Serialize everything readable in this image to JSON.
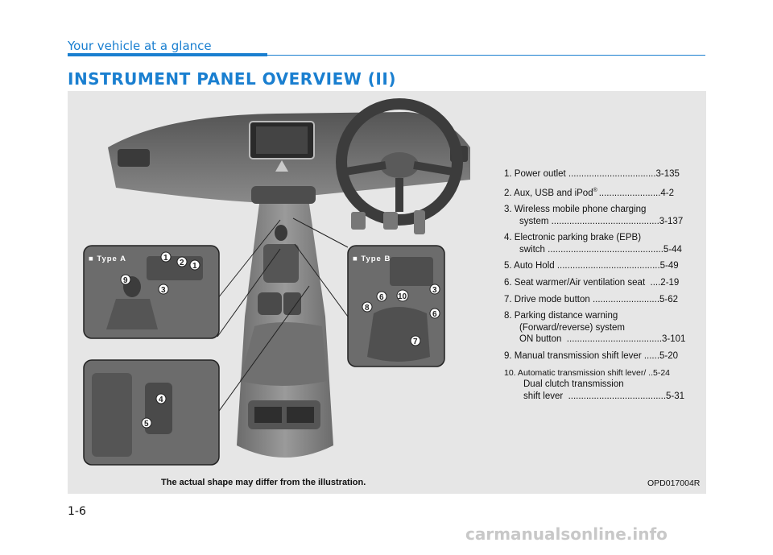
{
  "header": {
    "section_title": "Your vehicle at a glance",
    "page_heading": "INSTRUMENT PANEL OVERVIEW (II)"
  },
  "legend": [
    {
      "lines": [
        "1. Power outlet ..................................3-135"
      ]
    },
    {
      "lines": [
        "2. Aux, USB and iPod",
        "® ",
        "........................4-2"
      ],
      "has_reg": true
    },
    {
      "lines": [
        "3. Wireless mobile phone charging",
        "system ..........................................3-137"
      ]
    },
    {
      "lines": [
        "4. Electronic parking brake (EPB)",
        "switch .............................................5-44"
      ]
    },
    {
      "lines": [
        "5. Auto Hold ........................................5-49"
      ]
    },
    {
      "lines": [
        "6. Seat warmer/Air ventilation seat  ....2-19"
      ]
    },
    {
      "lines": [
        "7. Drive mode button ..........................5-62"
      ]
    },
    {
      "lines": [
        "8. Parking distance warning",
        "(Forward/reverse) system",
        "ON button  .....................................3-101"
      ]
    },
    {
      "lines": [
        "9. Manual transmission shift lever ......5-20"
      ]
    },
    {
      "lines": [
        "10. Automatic transmission shift lever/ ..5-24",
        "Dual clutch transmission",
        "shift lever  ......................................5-31"
      ]
    }
  ],
  "insets": {
    "type_a_label": "■ Type A",
    "type_b_label": "■ Type B"
  },
  "callouts": {
    "type_a": [
      "1",
      "2",
      "1",
      "9",
      "3"
    ],
    "type_b": [
      "3",
      "6",
      "10",
      "8",
      "6",
      "7"
    ],
    "epb": [
      "4",
      "5"
    ]
  },
  "caption": "The actual shape may differ from the illustration.",
  "figure_code": "OPD017004R",
  "page_number": "1-6",
  "watermark": "carmanualsonline.info",
  "colors": {
    "accent": "#1a7fd0",
    "panel": "#e6e6e6"
  }
}
